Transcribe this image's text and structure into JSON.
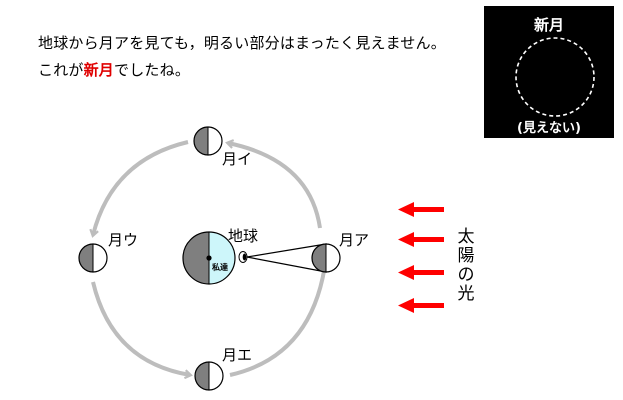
{
  "text": {
    "line1": "地球から月アを見ても，明るい部分はまったく見えません。",
    "line2_prefix": "これが",
    "line2_highlight": "新月",
    "line2_suffix": "でしたね。"
  },
  "inset": {
    "title": "新月",
    "caption": "(見えない)"
  },
  "labels": {
    "earth": "地球",
    "moon_a": "月ア",
    "moon_i": "月イ",
    "moon_u": "月ウ",
    "moon_e": "月エ",
    "person": "私達"
  },
  "sunlight": [
    "太",
    "陽",
    "の",
    "光"
  ],
  "colors": {
    "highlight": "#e00000",
    "arrow": "#ff0000",
    "orbit": "#bdbdbd",
    "earth_dark": "#7f7f7f",
    "earth_light": "#cdf6fa",
    "moon_dark": "#7f7f7f"
  }
}
